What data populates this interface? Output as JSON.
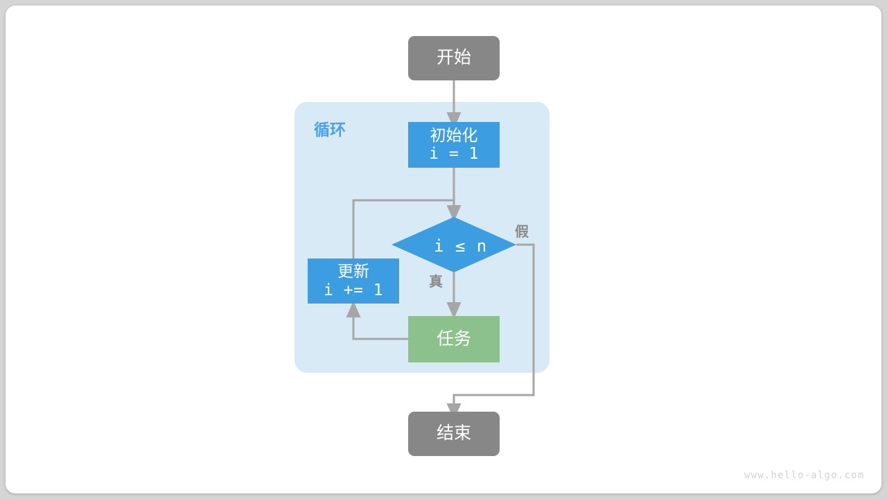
{
  "diagram": {
    "title": "for-loop-flowchart",
    "background_color": "#d5d5d5",
    "canvas_color": "#ffffff",
    "colors": {
      "terminal": "#878787",
      "process": "#3c9ee0",
      "task": "#8cc08c",
      "loop_container": "#d9eaf7",
      "loop_label": "#4aa3e8",
      "edge": "#a6a6a6",
      "edge_label": "#8a8a8a",
      "watermark": "#d2d2d2"
    },
    "loop_container": {
      "label": "循环"
    },
    "nodes": {
      "start": {
        "label": "开始",
        "type": "terminal"
      },
      "init": {
        "line1": "初始化",
        "line2": "i = 1",
        "type": "process"
      },
      "condition": {
        "label": "i ≤ n",
        "type": "decision"
      },
      "update": {
        "line1": "更新",
        "line2": "i += 1",
        "type": "process"
      },
      "task": {
        "label": "任务",
        "type": "task"
      },
      "end": {
        "label": "结束",
        "type": "terminal"
      }
    },
    "edge_labels": {
      "true": "真",
      "false": "假"
    },
    "watermark": "www.hello-algo.com"
  }
}
